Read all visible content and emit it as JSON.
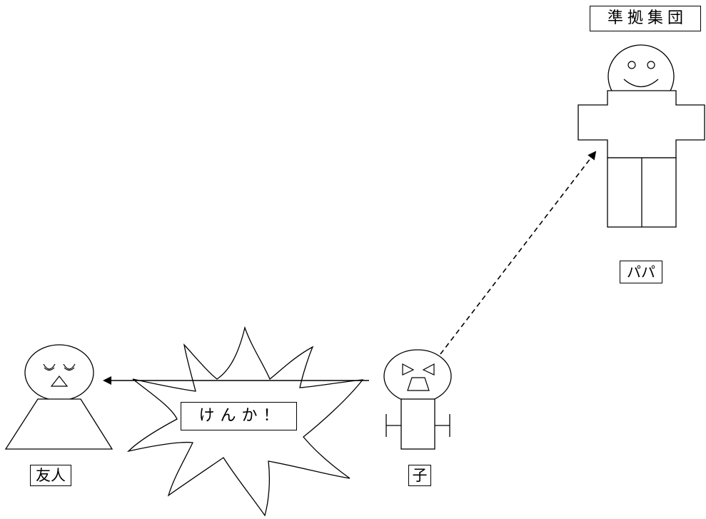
{
  "labels": {
    "reference_group": "準拠集団",
    "papa": "パパ",
    "child": "子",
    "friend": "友人",
    "fight": "けんか！"
  },
  "figures": [
    {
      "role": "papa",
      "face": "smiling"
    },
    {
      "role": "child",
      "face": "angry"
    },
    {
      "role": "friend",
      "face": "displeased"
    }
  ],
  "relations": [
    {
      "from": "child",
      "to": "friend",
      "style": "solid",
      "arrowhead": "filled"
    },
    {
      "from": "child",
      "to": "papa",
      "style": "dashed",
      "arrowhead": "filled"
    }
  ],
  "colors": {
    "line": "#000000",
    "background": "#ffffff"
  }
}
